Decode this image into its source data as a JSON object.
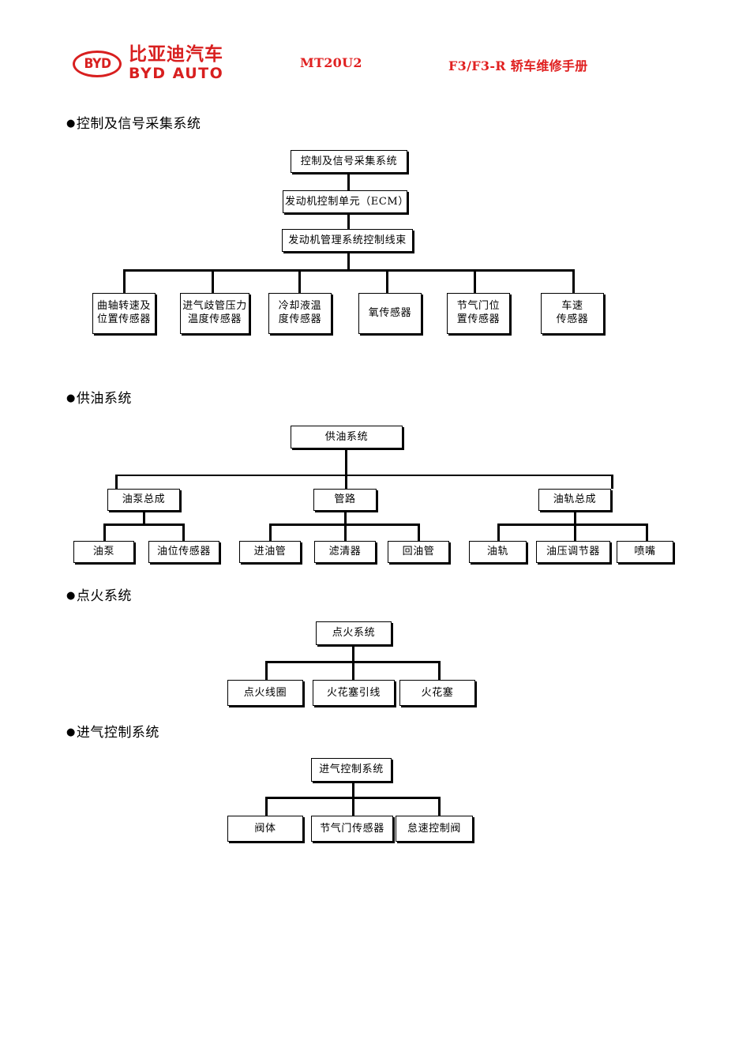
{
  "header": {
    "logo_oval_text": "BYD",
    "logo_cn": "比亚迪汽车",
    "logo_en": "BYD AUTO",
    "code": "MT20U2",
    "title": "F3/F3-R 轿车维修手册",
    "accent_color": "#e02020",
    "logo_color": "#d81f1f"
  },
  "sections": [
    {
      "heading": "●控制及信号采集系统",
      "bullet": "●",
      "heading_text": "控制及信号采集系统",
      "nodes": {
        "root": "控制及信号采集系统",
        "level2": "发动机控制单元（ECM）",
        "level3": "发动机管理系统控制线束",
        "leaves": [
          "曲轴转速及\n位置传感器",
          "进气歧管压力\n温度传感器",
          "冷却液温\n度传感器",
          "氧传感器",
          "节气门位\n置传感器",
          "车速\n传感器"
        ],
        "leaves_lines": [
          [
            "曲轴转速及",
            "位置传感器"
          ],
          [
            "进气歧管压力",
            "温度传感器"
          ],
          [
            "冷却液温",
            "度传感器"
          ],
          [
            "氧传感器"
          ],
          [
            "节气门位",
            "置传感器"
          ],
          [
            "车速",
            "传感器"
          ]
        ]
      }
    },
    {
      "heading": "●供油系统",
      "bullet": "●",
      "heading_text": "供油系统",
      "nodes": {
        "root": "供油系统",
        "groups": [
          {
            "label": "油泵总成",
            "children": [
              "油泵",
              "油位传感器"
            ]
          },
          {
            "label": "管路",
            "children": [
              "进油管",
              "滤清器",
              "回油管"
            ]
          },
          {
            "label": "油轨总成",
            "children": [
              "油轨",
              "油压调节器",
              "喷嘴"
            ]
          }
        ]
      }
    },
    {
      "heading": "●点火系统",
      "bullet": "●",
      "heading_text": "点火系统",
      "nodes": {
        "root": "点火系统",
        "children": [
          "点火线圈",
          "火花塞引线",
          "火花塞"
        ]
      }
    },
    {
      "heading": "●进气控制系统",
      "bullet": "●",
      "heading_text": "进气控制系统",
      "nodes": {
        "root": "进气控制系统",
        "children": [
          "阀体",
          "节气门传感器",
          "怠速控制阀"
        ]
      }
    }
  ]
}
